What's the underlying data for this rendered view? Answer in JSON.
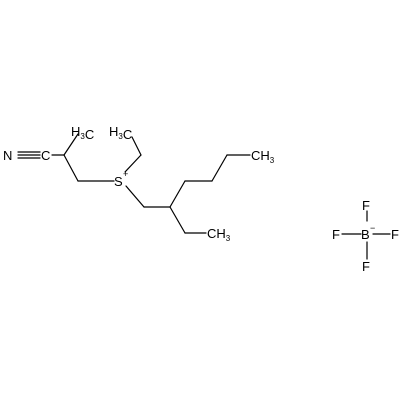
{
  "molecule": {
    "cation": {
      "nitrile_atom": "N",
      "nitrile_carbon": "C",
      "methyl_group": "H3C",
      "ethyl_methyl": "H3C",
      "sulfur": "S",
      "sulfur_charge": "+",
      "hexyl_terminal_methyl": "CH3",
      "ethyl_branch_methyl": "CH3"
    },
    "anion": {
      "boron": "B",
      "boron_charge": "−",
      "fluorine_top": "F",
      "fluorine_left": "F",
      "fluorine_right": "F",
      "fluorine_bottom": "F"
    }
  }
}
